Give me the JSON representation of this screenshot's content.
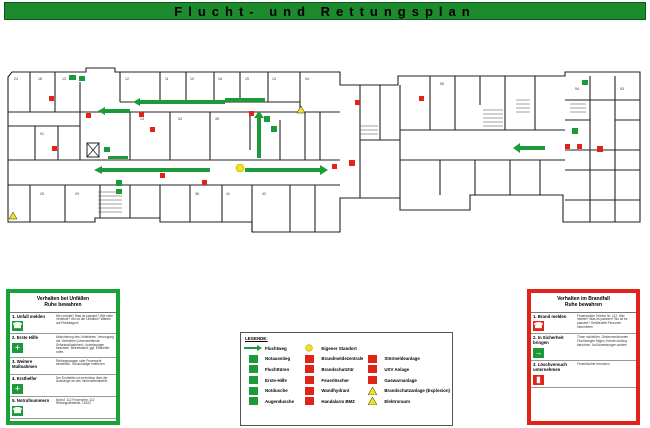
{
  "title": "Flucht- und Rettungsplan",
  "colors": {
    "escape_green": "#1c9a3a",
    "fire_red": "#e2231a",
    "marker_yellow": "#f4e21c"
  },
  "room_numbers": [
    "24",
    "18",
    "13",
    "12",
    "11",
    "10",
    "16",
    "15",
    "14",
    "04",
    "01",
    "14",
    "34",
    "35",
    "25",
    "29",
    "36",
    "41",
    "42",
    "55",
    "54",
    "53"
  ],
  "unfall_panel": {
    "title_line1": "Verhalten bei Unfällen",
    "title_line2": "Ruhe bewahren",
    "sections": [
      {
        "heading": "1. Unfall melden",
        "icon": "phone-icon",
        "text": "Wer meldet? Was ist passiert? Wie viele Verletzte? Wo ist der Unfallort? Warten auf Rückfragen!"
      },
      {
        "heading": "2. Erste Hilfe",
        "icon": "first-aid-icon",
        "text": "Absicherung des Unfallortes. Versorgung der Verletzten (Lebensrettende Sofortmaßnahmen). Anweisungen beachten. Betriebsarzt, ggf. Ersthelfer rufen."
      },
      {
        "heading": "3. Weitere Maßnahmen",
        "icon": "",
        "text": "Rettungswagen oder Feuerwehr einweisen. Schaulustige entfernen."
      },
      {
        "heading": "4. Ersthelfer",
        "icon": "first-aid-icon",
        "text": "Der Ersthelfer ist erreichbar über die Aushänge an den Informationstafeln."
      },
      {
        "heading": "5. Notrufnummern",
        "icon": "phone-icon",
        "text": "Notruf: 112   Feuerwehr: 112   Rettungsleitstelle: 19222"
      }
    ]
  },
  "brand_panel": {
    "title_line1": "Verhalten im Brandfall",
    "title_line2": "Ruhe bewahren",
    "sections": [
      {
        "heading": "1. Brand melden",
        "icon": "phone-icon",
        "text": "Feuermelder Telefon Nr. 112. Wer meldet? Was ist passiert? Wo ist es passiert? Gefährdete Personen informieren"
      },
      {
        "heading": "2. In Sicherheit bringen",
        "icon": "escape-icon",
        "text": "Türen schließen. Gekennzeichneten Fluchtwegen folgen. Keinen Aufzug benutzen. Auf Anweisungen achten"
      },
      {
        "heading": "3. Löschversuch unternehmen",
        "icon": "extinguisher-icon",
        "text": "Feuerlöscher benutzen"
      }
    ]
  },
  "legend": {
    "title": "LEGENDE:",
    "items": [
      {
        "label": "Fluchtweg",
        "symbol": "arrow"
      },
      {
        "label": "Eigener Standort",
        "symbol": "dot-yellow"
      },
      {
        "label": "",
        "symbol": "none"
      },
      {
        "label": "Notausstieg",
        "symbol": "green-box"
      },
      {
        "label": "Brandmeldezentrale",
        "symbol": "red-box"
      },
      {
        "label": "Störmeldeanlage",
        "symbol": "red-box"
      },
      {
        "label": "Fluchttüren",
        "symbol": "green-box"
      },
      {
        "label": "Brandschutztür",
        "symbol": "red-box"
      },
      {
        "label": "USV Anlage",
        "symbol": "red-box"
      },
      {
        "label": "Erste-Hilfe",
        "symbol": "green-box"
      },
      {
        "label": "Feuerlöscher",
        "symbol": "red-box"
      },
      {
        "label": "Gaswarnanlage",
        "symbol": "red-box"
      },
      {
        "label": "Notdusche",
        "symbol": "green-box"
      },
      {
        "label": "Wandhydrant",
        "symbol": "red-box"
      },
      {
        "label": "Brandschutzanlage (Explosion)",
        "symbol": "warning"
      },
      {
        "label": "Augendusche",
        "symbol": "green-box"
      },
      {
        "label": "Handalarm BMZ",
        "symbol": "red-box"
      },
      {
        "label": "Elektroraum",
        "symbol": "warning"
      }
    ]
  }
}
